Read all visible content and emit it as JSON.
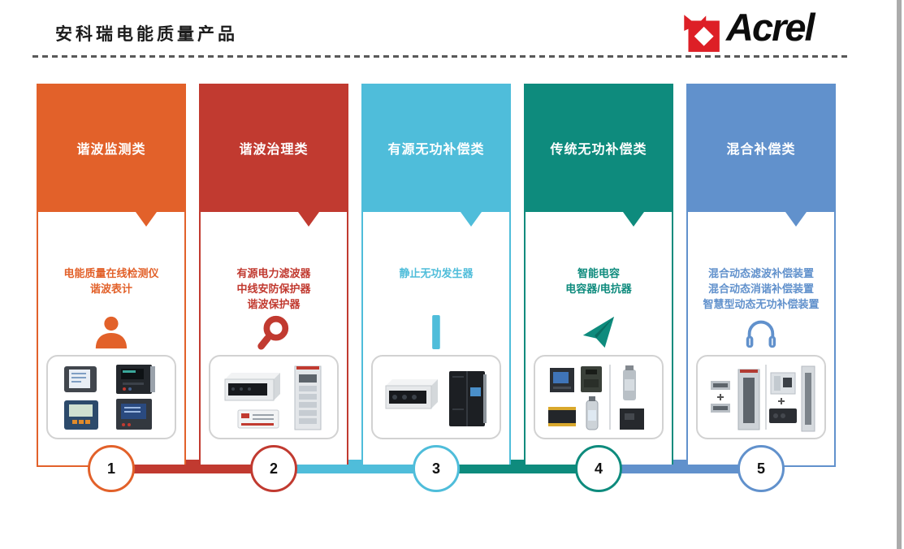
{
  "page": {
    "title": "安科瑞电能质量产品",
    "logo_text": "Acrel",
    "logo_color": "#dd1f26",
    "dash_color": "#595959"
  },
  "columns": [
    {
      "number": "1",
      "color": "#e2612a",
      "header": "谐波监测类",
      "icon": "person-icon",
      "lines": [
        "电能质量在线检测仪",
        "谐波表计"
      ],
      "products": "power-quality-meters"
    },
    {
      "number": "2",
      "color": "#c13a30",
      "header": "谐波治理类",
      "icon": "magnifier-icon",
      "lines": [
        "有源电力滤波器",
        "中线安防保护器",
        "谐波保护器"
      ],
      "products": "active-filter-and-cabinet"
    },
    {
      "number": "3",
      "color": "#4fbdda",
      "header": "有源无功补偿类",
      "icon": "bar-icon",
      "lines": [
        "静止无功发生器"
      ],
      "products": "static-var-generators"
    },
    {
      "number": "4",
      "color": "#0e8b7d",
      "header": "传统无功补偿类",
      "icon": "paper-plane-icon",
      "lines": [
        "智能电容",
        "电容器/电抗器"
      ],
      "products": "capacitors-and-reactors"
    },
    {
      "number": "5",
      "color": "#6191cc",
      "header": "混合补偿类",
      "icon": "headphones-icon",
      "lines": [
        "混合动态滤波补偿装置",
        "混合动态消谐补偿装置",
        "智慧型动态无功补偿装置"
      ],
      "products": "hybrid-compensation-cabinets"
    }
  ]
}
